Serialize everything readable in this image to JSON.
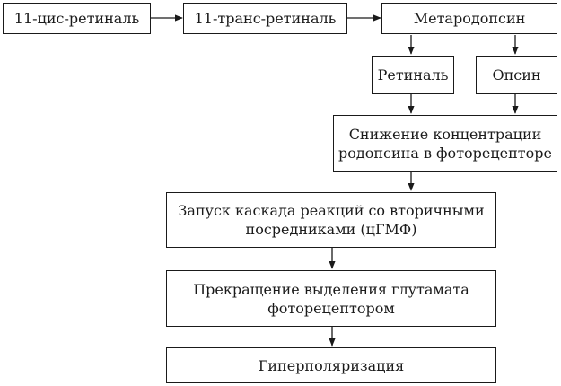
{
  "nodes": {
    "cis": {
      "lines": [
        "11-цис-ретиналь"
      ]
    },
    "trans": {
      "lines": [
        "11-транс-ретиналь"
      ]
    },
    "metarhodopsin": {
      "lines": [
        "Метародопсин"
      ]
    },
    "retinal": {
      "lines": [
        "Ретиналь"
      ]
    },
    "opsin": {
      "lines": [
        "Опсин"
      ]
    },
    "decrease": {
      "lines": [
        "Снижение концентрации",
        "родопсина в фоторецепторе"
      ]
    },
    "cascade": {
      "lines": [
        "Запуск каскада реакций со вторичными",
        "посредниками (цГМФ)"
      ]
    },
    "stop": {
      "lines": [
        "Прекращение выделения глутамата",
        "фоторецептором"
      ]
    },
    "hyper": {
      "lines": [
        "Гиперполяризация"
      ]
    }
  },
  "colors": {
    "stroke": "#1a1a1a",
    "background": "#ffffff"
  }
}
